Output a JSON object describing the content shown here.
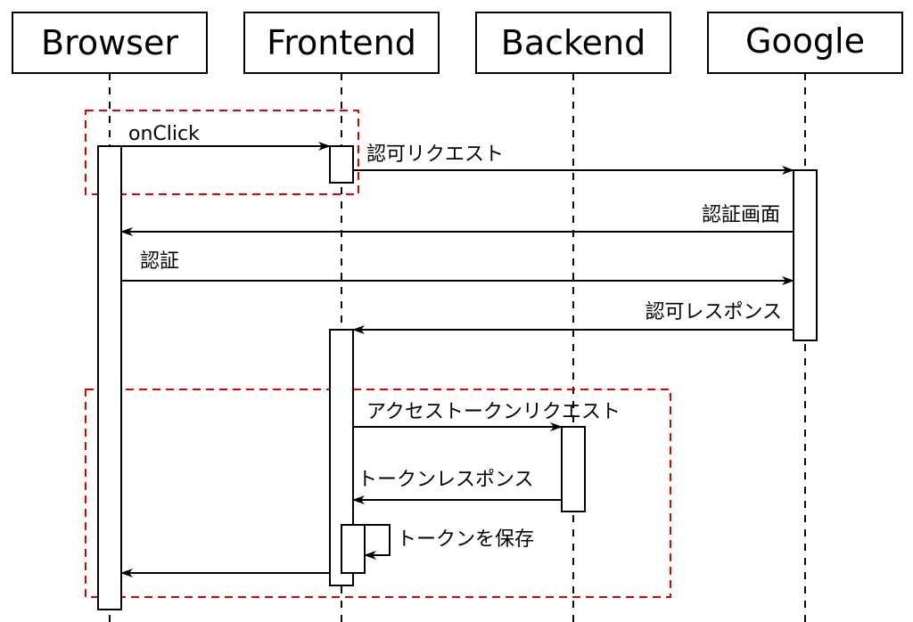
{
  "participants": [
    "Browser",
    "Frontend",
    "Backend",
    "Google"
  ],
  "messages": [
    {
      "label": "onClick"
    },
    {
      "label": "認可リクエスト"
    },
    {
      "label": "認証画面"
    },
    {
      "label": "認証"
    },
    {
      "label": "認可レスポンス"
    },
    {
      "label": "アクセストークンリクエスト"
    },
    {
      "label": "トークンレスポンス"
    },
    {
      "label": "トークンを保存"
    },
    {
      "label": ""
    }
  ],
  "colors": {
    "line": "#000000",
    "highlight": "#e00000",
    "background": "#ffffff"
  }
}
